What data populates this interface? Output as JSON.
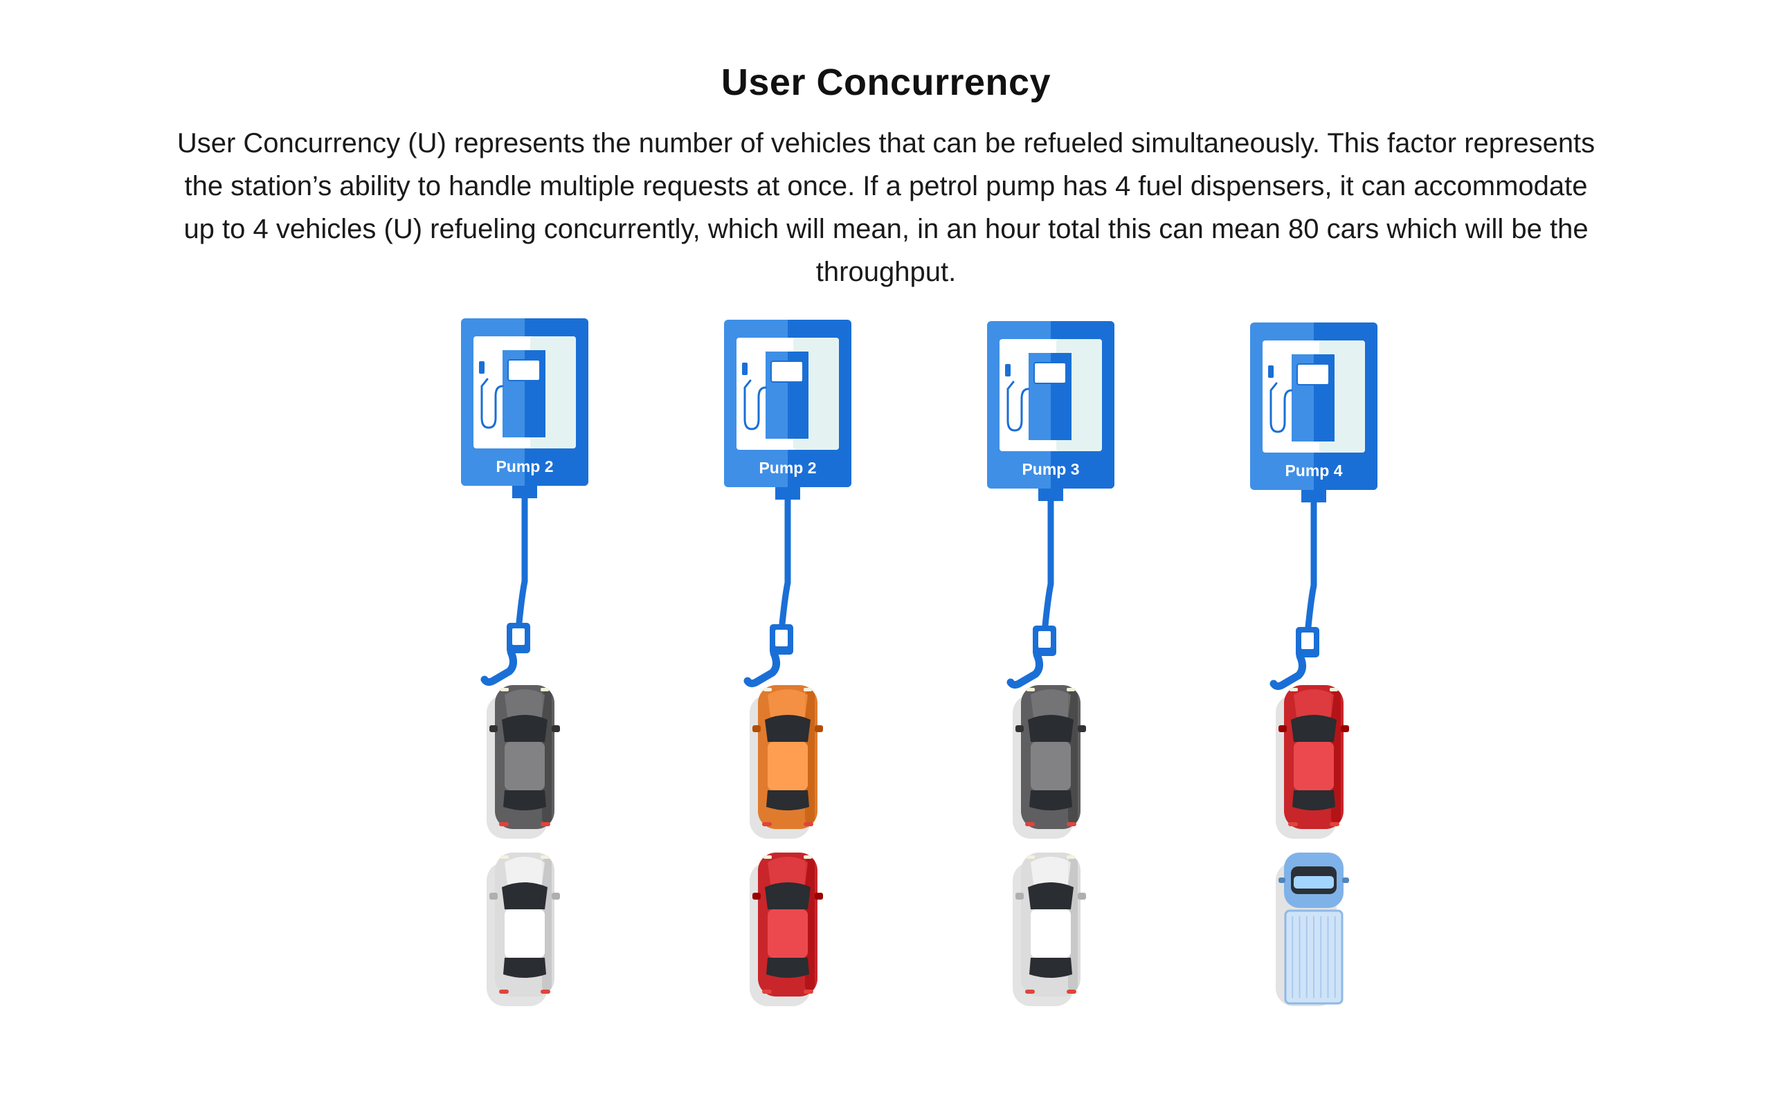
{
  "heading": {
    "title": "User Concurrency",
    "description": "User Concurrency (U) represents the number of vehicles that can be refueled simultaneously. This factor represents the station’s ability to handle multiple requests at once. If a petrol pump has 4 fuel dispensers, it can accommodate up to 4 vehicles (U) refueling concurrently, which will mean, in an hour total this can mean 80 cars which will be the throughput."
  },
  "pumps": [
    {
      "label": "Pump 2"
    },
    {
      "label": "Pump 2"
    },
    {
      "label": "Pump 3"
    },
    {
      "label": "Pump 4"
    }
  ],
  "vehicles": [
    {
      "lane": 0,
      "position": "front",
      "kind": "car",
      "body": "#5f5f61"
    },
    {
      "lane": 0,
      "position": "back",
      "kind": "car",
      "body": "#dcdcdc"
    },
    {
      "lane": 1,
      "position": "front",
      "kind": "car",
      "body": "#e07b2e"
    },
    {
      "lane": 1,
      "position": "back",
      "kind": "car",
      "body": "#c8262b"
    },
    {
      "lane": 2,
      "position": "front",
      "kind": "car",
      "body": "#5f5f61"
    },
    {
      "lane": 2,
      "position": "back",
      "kind": "car",
      "body": "#dcdcdc"
    },
    {
      "lane": 3,
      "position": "front",
      "kind": "car",
      "body": "#c8262b"
    },
    {
      "lane": 3,
      "position": "back",
      "kind": "pickup-truck",
      "body": "#7fb2e8"
    }
  ],
  "colors": {
    "sign_dark": "#1a6fd6",
    "sign_light": "#3f8fe6",
    "panel": "#ffffff",
    "panel_tint": "#e4f3f1",
    "hose": "#1a6fd6"
  }
}
